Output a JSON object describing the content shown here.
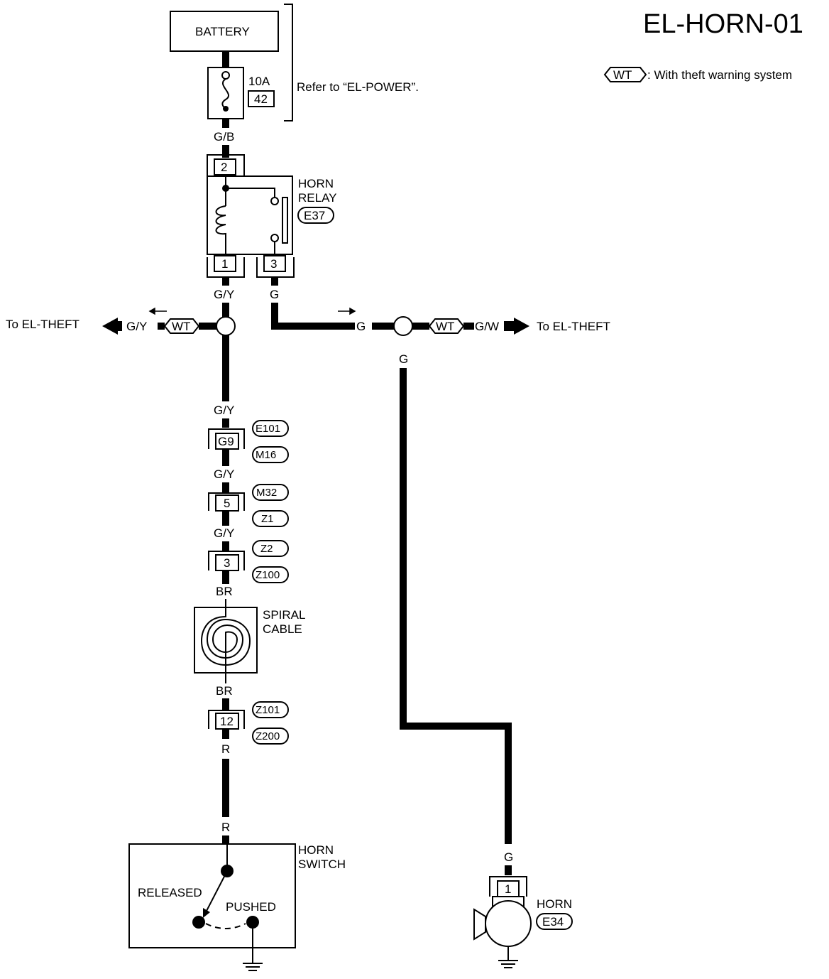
{
  "title": "EL-HORN-01",
  "legend": {
    "badge": "WT",
    "text": ": With theft warning system"
  },
  "battery": {
    "label": "BATTERY"
  },
  "fuse": {
    "rating": "10A",
    "number": "42",
    "refer": "Refer to “EL-POWER”."
  },
  "wires": {
    "gb": "G/B",
    "gy": "G/Y",
    "g": "G",
    "gw": "G/W",
    "br": "BR",
    "r": "R"
  },
  "horn_relay": {
    "label_line1": "HORN",
    "label_line2": "RELAY",
    "connector": "E37",
    "pin_top": "2",
    "pin_left": "1",
    "pin_right": "3"
  },
  "theft_branches": {
    "left_target": "To  EL-THEFT",
    "right_target": "To EL-THEFT",
    "badge": "WT"
  },
  "joint_connectors": [
    {
      "pin": "G9",
      "codes": [
        "E101",
        "M16"
      ]
    },
    {
      "pin": "5",
      "codes": [
        "M32",
        "Z1"
      ]
    },
    {
      "pin": "3",
      "codes": [
        "Z2",
        "Z100"
      ]
    },
    {
      "pin": "12",
      "codes": [
        "Z101",
        "Z200"
      ]
    }
  ],
  "spiral_cable": {
    "line1": "SPIRAL",
    "line2": "CABLE"
  },
  "horn_switch": {
    "line1": "HORN",
    "line2": "SWITCH",
    "released": "RELEASED",
    "pushed": "PUSHED"
  },
  "horn": {
    "label": "HORN",
    "connector": "E34",
    "pin": "1"
  }
}
